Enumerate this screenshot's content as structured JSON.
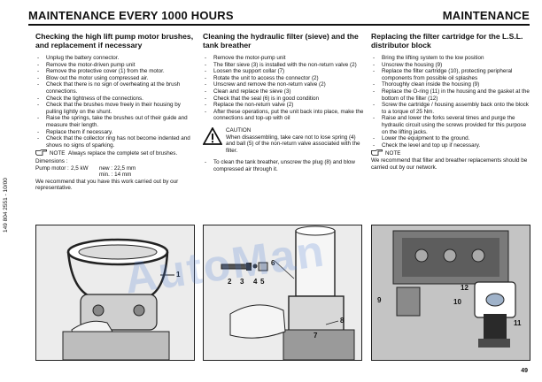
{
  "header": {
    "title_left": "MAINTENANCE EVERY 1000 HOURS",
    "title_right": "MAINTENANCE"
  },
  "side_code": "149 804 2551 - 10/00",
  "col1": {
    "heading": "Checking the high lift pump motor brushes, and replacement if necessary",
    "items": [
      "Unplug the battery connector.",
      "Remove the motor-driven pump unit",
      "Remove the protective cover (1) from the motor.",
      "Blow out the motor using compressed air.",
      "Check that there is no sign of overheating at the brush connections.",
      "Check the tightness of the connections.",
      "Check that the brushes move freely in their housing by pulling lightly on the shunt.",
      "Raise the springs, take the brushes out of their guide and measure their length.",
      "Replace them if necessary.",
      "Check that the collector ring has not become indented and shows no signs of sparking."
    ],
    "note_label": "NOTE",
    "note_text": "Always replace the complete set of brushes.",
    "dims_label": "Dimensions :",
    "dims_row1": [
      "Pump motor :",
      "2,5 kW",
      "new : 22,5 mm"
    ],
    "dims_row2": [
      "",
      "",
      "min. : 14 mm"
    ],
    "recommend": "We recommend that you have this work carried out by our representative."
  },
  "col2": {
    "heading": "Cleaning the hydraulic filter (sieve) and the tank breather",
    "items": [
      "Remove the motor-pump unit",
      "The filter sieve (3) is installed with the non-return valve (2)",
      "Loosen the support collar (7)",
      "Rotate the unit to access the connector (2)",
      "Unscrew and remove the non-return valve (2)",
      "Clean and replace the sieve (3)",
      "Check that the seal (6) is in good condition",
      "Replace the non-return valve (2)",
      "After these operations, put the unit back into place, make the connections and top-up with oil"
    ],
    "caution_label": "CAUTION",
    "caution_text": "When disassembling, take care not to lose spring (4) and ball (5) of the non-return valve associated with the filter.",
    "breather_item": "To clean the tank breather, unscrew the plug (8) and blow compressed air through it."
  },
  "col3": {
    "heading": "Replacing the filter cartridge for the L.S.L. distributor block",
    "items": [
      "Bring the lifting system to the low position",
      "Unscrew the housing (9)",
      "Replace the filter cartridge (10), protecting peripheral components from possible oil splashes",
      "Thoroughly clean inside the housing (9)",
      "Replace the O-ring (11) in the housing and the gasket at the bottom of the filter (12)",
      "Screw the cartridge / housing assembly back onto the block to a torque of 25 Nm.",
      "Raise and lower the forks several times and purge the hydraulic circuit using the screws provided for this purpose on the lifting jacks.",
      "Lower the equipment to the ground.",
      "Check the level and top up if necessary."
    ],
    "note_label": "NOTE",
    "note_text": "We recommend that filter and breather replacements should be carried out by our network."
  },
  "figures": {
    "fig1_callouts": [
      "1"
    ],
    "fig2_callouts": [
      "2",
      "3",
      "4",
      "5",
      "6",
      "7",
      "8"
    ],
    "fig3_callouts": [
      "9",
      "10",
      "11",
      "12"
    ]
  },
  "watermark": "AutoMan",
  "page_number": "49"
}
